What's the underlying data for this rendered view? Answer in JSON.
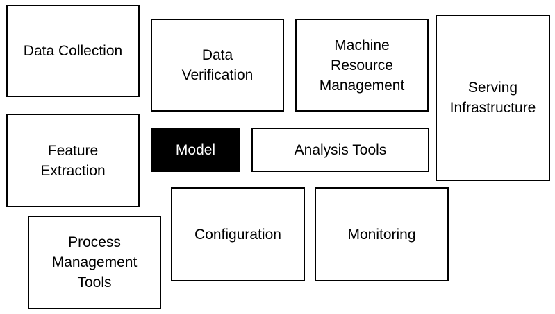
{
  "diagram": {
    "boxes": {
      "data_collection": "Data Collection",
      "data_verification": "Data\nVerification",
      "machine_resource_management": "Machine\nResource\nManagement",
      "serving_infrastructure": "Serving\nInfrastructure",
      "feature_extraction": "Feature\nExtraction",
      "model": "Model",
      "analysis_tools": "Analysis Tools",
      "process_management_tools": "Process\nManagement\nTools",
      "configuration": "Configuration",
      "monitoring": "Monitoring"
    },
    "colors": {
      "highlight_fill": "#000000",
      "highlight_text": "#ffffff",
      "box_border": "#000000",
      "box_fill": "#ffffff"
    }
  }
}
